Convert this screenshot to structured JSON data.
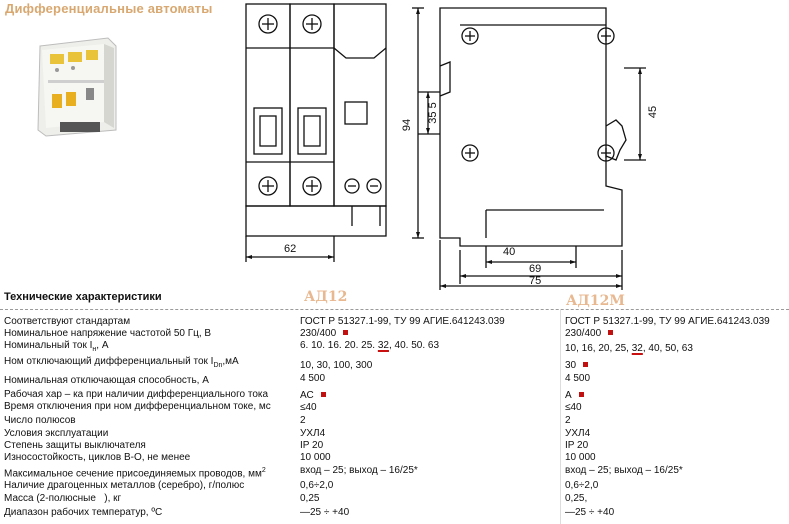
{
  "header": {
    "title": "Дифференциальные автоматы"
  },
  "colors": {
    "title": "#d8a870",
    "model": "#e8b890",
    "marker": "#c01010",
    "line": "#111111"
  },
  "drawing": {
    "front_width": "62",
    "side_height": "94",
    "side_mid": "35 5",
    "side_right": "45",
    "depth_40": "40",
    "depth_69": "69",
    "depth_75": "75"
  },
  "specs": {
    "heading": "Технические характеристики",
    "models": [
      "АД12",
      "АД12М"
    ],
    "rows": [
      {
        "label": "Соответствуют стандартам",
        "v1": "ГОСТ Р 51327.1-99, ТУ 99 АГИЕ.641243.039",
        "v2": "ГОСТ Р 51327.1-99, ТУ 99 АГИЕ.641243.039"
      },
      {
        "label": "Номинальное напряжение частотой 50 Гц, В",
        "v1": "230/400",
        "v2": "230/400"
      },
      {
        "label_pre": "Номинальный ток I",
        "label_sub": "н",
        "label_post": ", А",
        "v1_pre": "6. 10. 16. 20. 25. ",
        "v1_ul": "32",
        "v1_post": ", 40. 50. 63",
        "v2_pre": "10, 16, 20, 25, ",
        "v2_ul": "32",
        "v2_post": ", 40, 50, 63"
      },
      {
        "label_pre": "Ном  отключающий дифференциальный ток I",
        "label_sub": "Dn",
        "label_post": ",мА",
        "v1": "10, 30, 100, 300",
        "v2": "30"
      },
      {
        "label": "Номинальная отключающая способность, А",
        "v1": "4 500",
        "v2": "4 500"
      },
      {
        "label": "Рабочая хар – ка при наличии дифференциального тока",
        "v1": "АС",
        "v2": "А"
      },
      {
        "label": "Время отключения при ном дифференциальном токе, мс",
        "v1": "≤40",
        "v2": "≤40"
      },
      {
        "label": "Число полюсов",
        "v1": "2",
        "v2": "2"
      },
      {
        "label": "Условия эксплуатации",
        "v1": "УХЛ4",
        "v2": "УХЛ4"
      },
      {
        "label": "Степень защиты выключателя",
        "v1": "IP 20",
        "v2": "IP 20"
      },
      {
        "label": "Износостойкость, циклов В-О, не менее",
        "v1": "10 000",
        "v2": "10 000"
      },
      {
        "label_pre": "Максимальное сечение присоединяемых проводов, мм",
        "label_sup": "2",
        "v1": "вход – 25; выход – 16/25*",
        "v2": "вход – 25; выход – 16/25*"
      },
      {
        "label": "Наличие драгоценных металлов (серебро), г/полюс",
        "v1": "0,6÷2,0",
        "v2": "0,6÷2,0"
      },
      {
        "label": "Масса (2-полюсные   ), кг",
        "v1": "0,25",
        "v2": "0,25,"
      },
      {
        "label": "Диапазон рабочих температур, ºС",
        "v1": "—25 ÷ +40",
        "v2": "—25 ÷ +40"
      }
    ]
  }
}
